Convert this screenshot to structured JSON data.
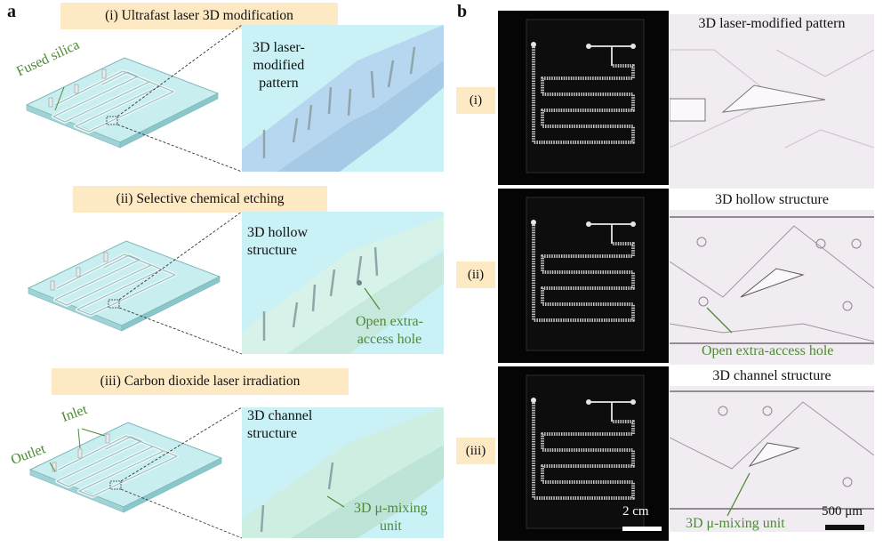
{
  "figure": {
    "panel_a_letter": "a",
    "panel_b_letter": "b"
  },
  "panel_a": {
    "steps": [
      {
        "banner": "(i) Ultrafast laser 3D modification",
        "zoom_label": [
          "3D laser-",
          "modified",
          "pattern"
        ]
      },
      {
        "banner": "(ii) Selective chemical etching",
        "zoom_label": [
          "3D hollow",
          "structure"
        ],
        "callout": [
          "Open extra-",
          "access hole"
        ]
      },
      {
        "banner": "(iii) Carbon dioxide laser irradiation",
        "zoom_label": [
          "3D channel",
          "structure"
        ],
        "callout": [
          "3D μ-mixing",
          "unit"
        ]
      }
    ],
    "chip_label_fused_silica": "Fused silica",
    "chip_label_inlet": "Inlet",
    "chip_label_outlet": "Outlet",
    "colors": {
      "banner": "#fde9c4",
      "zoom_bg": "#c9f1f6",
      "annotation": "#4d8a34"
    }
  },
  "panel_b": {
    "rows": [
      {
        "roman": "(i)",
        "micro_title": "3D laser-modified pattern"
      },
      {
        "roman": "(ii)",
        "micro_title": "3D hollow structure",
        "micro_callout": "Open extra-access hole"
      },
      {
        "roman": "(iii)",
        "micro_title": "3D channel structure",
        "micro_callout": "3D μ-mixing unit"
      }
    ],
    "photo_scale": "2 cm",
    "micro_scale": "500 μm"
  }
}
